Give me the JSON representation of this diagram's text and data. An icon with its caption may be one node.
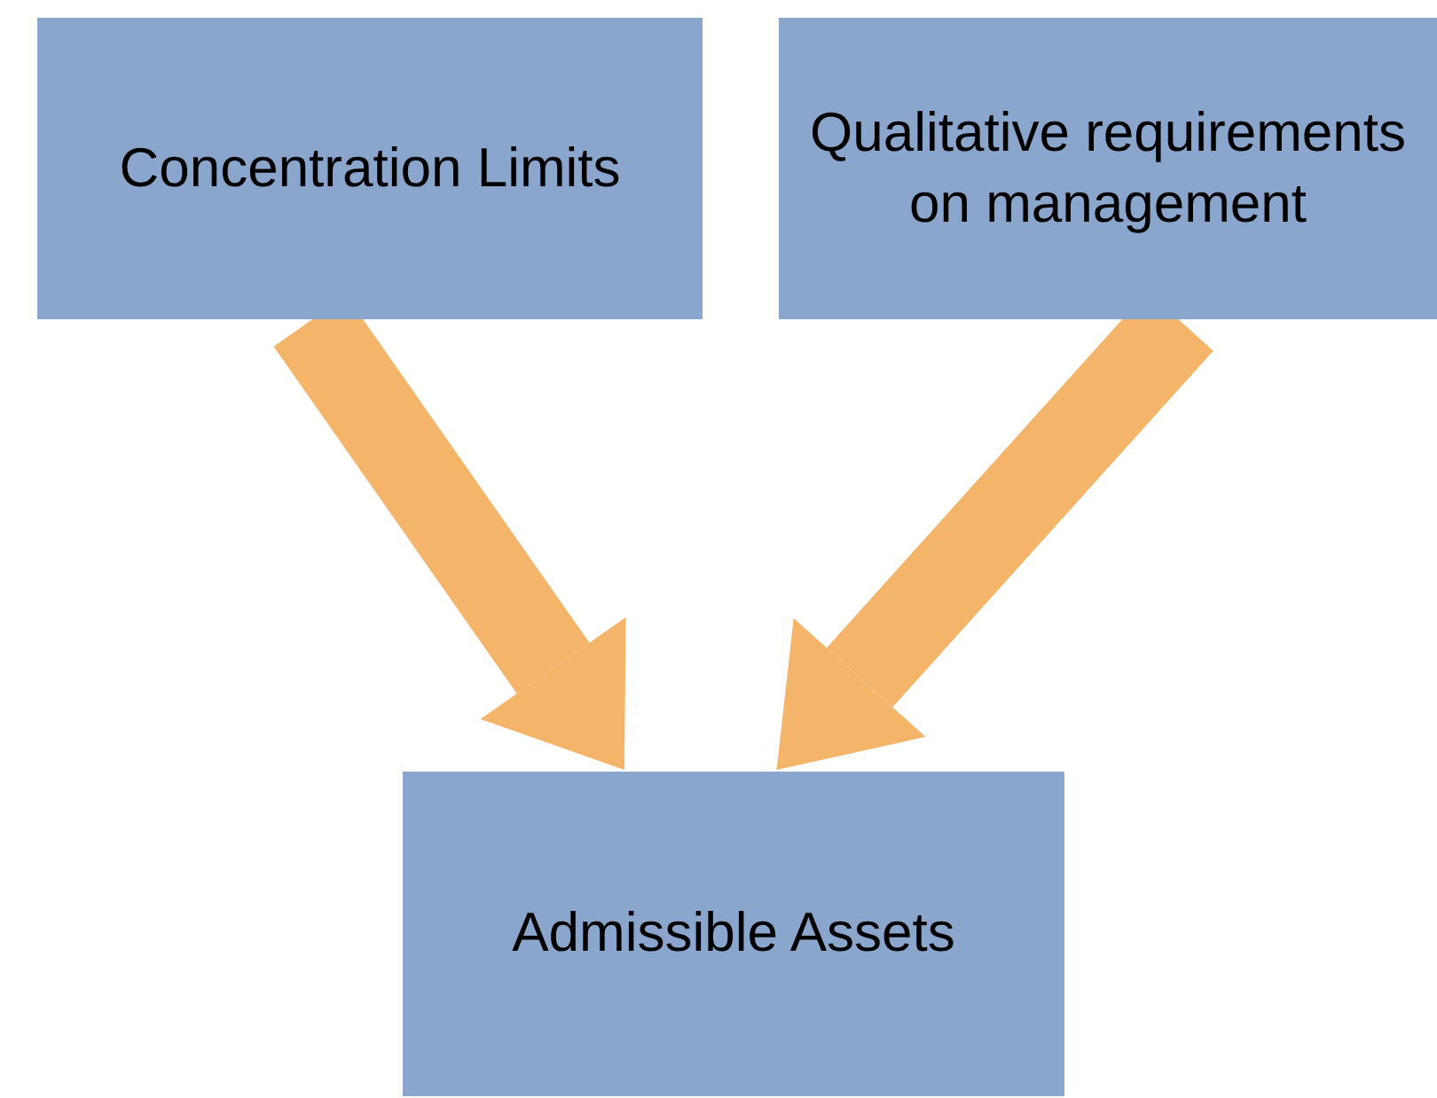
{
  "diagram": {
    "nodes": [
      {
        "text": [
          "Concentration Limits"
        ]
      },
      {
        "text": [
          "Qualitative requirements on management"
        ]
      },
      {
        "text": [
          "Admissible Assets"
        ]
      }
    ],
    "edges": [
      {
        "from": 0,
        "to": 2,
        "arrow": "to"
      },
      {
        "from": 1,
        "to": 2,
        "arrow": "to"
      }
    ]
  }
}
